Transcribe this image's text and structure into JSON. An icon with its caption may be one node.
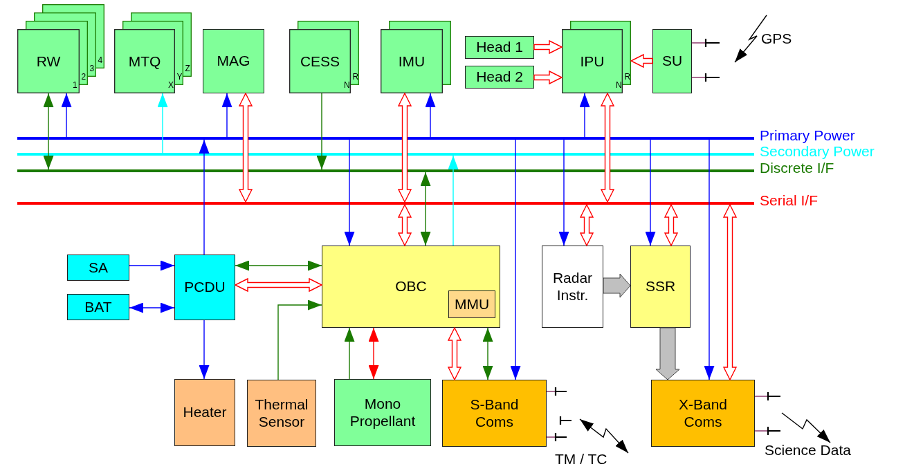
{
  "diagram": {
    "nodes": [
      {
        "text": [
          "RW",
          "1",
          "2",
          "3",
          "4"
        ]
      },
      {
        "text": [
          "MTQ",
          "X",
          "Y",
          "Z"
        ]
      },
      {
        "text": [
          "MAG"
        ]
      },
      {
        "text": [
          "CESS",
          "N",
          "R"
        ]
      },
      {
        "text": [
          "IMU"
        ]
      },
      {
        "text": [
          "Head 1"
        ]
      },
      {
        "text": [
          "Head 2"
        ]
      },
      {
        "text": [
          "IPU",
          "N",
          "R"
        ]
      },
      {
        "text": [
          "SU"
        ]
      },
      {
        "text": [
          "Primary Power"
        ]
      },
      {
        "text": [
          "Secondary Power"
        ]
      },
      {
        "text": [
          "Discrete I/F"
        ]
      },
      {
        "text": [
          "Serial I/F"
        ]
      },
      {
        "text": [
          "SA"
        ]
      },
      {
        "text": [
          "BAT"
        ]
      },
      {
        "text": [
          "PCDU"
        ]
      },
      {
        "text": [
          "OBC"
        ]
      },
      {
        "text": [
          "MMU"
        ],
        "in": 16
      },
      {
        "text": [
          "Radar Instr."
        ]
      },
      {
        "text": [
          "SSR"
        ]
      },
      {
        "text": [
          "Heater"
        ]
      },
      {
        "text": [
          "Thermal Sensor"
        ]
      },
      {
        "text": [
          "Mono Propellant"
        ]
      },
      {
        "text": [
          "S-Band Coms"
        ]
      },
      {
        "text": [
          "X-Band Coms"
        ]
      }
    ],
    "edges": [
      {
        "from": 9,
        "to": 0,
        "arrow": "to"
      },
      {
        "from": 0,
        "to": 11,
        "arrow": "both",
        "color": "#1a7a00"
      },
      {
        "from": 10,
        "to": 1,
        "arrow": "to",
        "color": "#00ffff"
      },
      {
        "from": 9,
        "to": 2,
        "arrow": "to"
      },
      {
        "from": 2,
        "to": 12,
        "arrow": "both",
        "style": "thick",
        "color": "#ff0000"
      },
      {
        "from": 3,
        "to": 11,
        "arrow": "to",
        "color": "#1a7a00"
      },
      {
        "from": 9,
        "to": 4,
        "arrow": "to"
      },
      {
        "from": 4,
        "to": 12,
        "arrow": "both",
        "style": "thick",
        "color": "#ff0000"
      },
      {
        "from": 5,
        "to": 7,
        "arrow": "to",
        "style": "thick",
        "color": "#ff0000"
      },
      {
        "from": 6,
        "to": 7,
        "arrow": "to",
        "style": "thick",
        "color": "#ff0000"
      },
      {
        "from": 8,
        "to": 7,
        "arrow": "to",
        "style": "thick",
        "color": "#ff0000"
      },
      {
        "from": 9,
        "to": 7,
        "arrow": "to"
      },
      {
        "from": 7,
        "to": 12,
        "arrow": "both",
        "style": "thick",
        "color": "#ff0000"
      },
      {
        "from": 15,
        "to": 9,
        "arrow": "to"
      },
      {
        "from": 9,
        "to": 16,
        "arrow": "to"
      },
      {
        "from": 12,
        "to": 16,
        "arrow": "both",
        "style": "thick",
        "color": "#ff0000"
      },
      {
        "from": 11,
        "to": 16,
        "arrow": "both",
        "color": "#1a7a00"
      },
      {
        "from": 16,
        "to": 10,
        "arrow": "to",
        "color": "#00ffff"
      },
      {
        "from": 9,
        "to": 23,
        "arrow": "to"
      },
      {
        "from": 9,
        "to": 18,
        "arrow": "to"
      },
      {
        "from": 12,
        "to": 18,
        "arrow": "both",
        "style": "thick",
        "color": "#ff0000"
      },
      {
        "from": 9,
        "to": 19,
        "arrow": "to"
      },
      {
        "from": 12,
        "to": 19,
        "arrow": "both",
        "style": "thick",
        "color": "#ff0000"
      },
      {
        "from": 9,
        "to": 24,
        "arrow": "to"
      },
      {
        "from": 12,
        "to": 24,
        "arrow": "both",
        "style": "thick",
        "color": "#ff0000"
      },
      {
        "from": 13,
        "to": 15,
        "arrow": "to"
      },
      {
        "from": 14,
        "to": 15,
        "arrow": "both"
      },
      {
        "from": 15,
        "to": 16,
        "arrow": "both",
        "color": "#1a7a00"
      },
      {
        "from": 15,
        "to": 16,
        "arrow": "both",
        "style": "thick",
        "color": "#ff0000"
      },
      {
        "from": 21,
        "to": 16,
        "arrow": "to",
        "color": "#1a7a00"
      },
      {
        "from": 15,
        "to": 20,
        "arrow": "to"
      },
      {
        "from": 22,
        "to": 16,
        "arrow": "to",
        "color": "#1a7a00"
      },
      {
        "from": 16,
        "to": 22,
        "arrow": "both",
        "color": "#ff0000"
      },
      {
        "from": 16,
        "to": 23,
        "arrow": "both",
        "style": "thick",
        "color": "#ff0000"
      },
      {
        "from": 16,
        "to": 23,
        "arrow": "both",
        "color": "#1a7a00"
      },
      {
        "from": 18,
        "to": 19,
        "arrow": "to",
        "style": "thick",
        "color": "#c0c0c0"
      },
      {
        "from": 19,
        "to": 24,
        "arrow": "to",
        "style": "thick",
        "color": "#c0c0c0"
      }
    ],
    "labels": [
      "GPS",
      "TM / TC",
      "Science Data"
    ]
  }
}
